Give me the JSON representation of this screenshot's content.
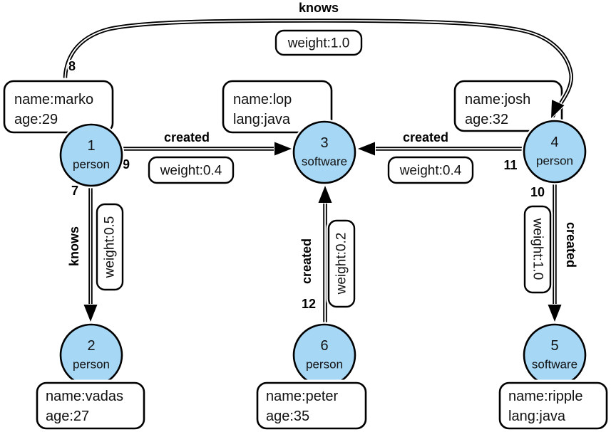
{
  "diagram": {
    "colors": {
      "node_fill": "#a6d7f5",
      "edge_stroke": "#000000",
      "box_fill": "#ffffff",
      "text": "#111111"
    },
    "nodes": [
      {
        "id": "1",
        "type": "person"
      },
      {
        "id": "2",
        "type": "person"
      },
      {
        "id": "3",
        "type": "software"
      },
      {
        "id": "4",
        "type": "person"
      },
      {
        "id": "5",
        "type": "software"
      },
      {
        "id": "6",
        "type": "person"
      }
    ],
    "properties": [
      {
        "line1": "name:marko",
        "line2": "age:29"
      },
      {
        "line1": "name:lop",
        "line2": "lang:java"
      },
      {
        "line1": "name:josh",
        "line2": "age:32"
      },
      {
        "line1": "name:vadas",
        "line2": "age:27"
      },
      {
        "line1": "name:peter",
        "line2": "age:35"
      },
      {
        "line1": "name:ripple",
        "line2": "lang:java"
      }
    ],
    "edges": [
      {
        "id": "8",
        "label": "knows",
        "weight": "weight:1.0"
      },
      {
        "id": "9",
        "label": "created",
        "weight": "weight:0.4"
      },
      {
        "id": "11",
        "label": "created",
        "weight": "weight:0.4"
      },
      {
        "id": "7",
        "label": "knows",
        "weight": "weight:0.5"
      },
      {
        "id": "12",
        "label": "created",
        "weight": "weight:0.2"
      },
      {
        "id": "10",
        "label": "created",
        "weight": "weight:1.0"
      }
    ]
  }
}
